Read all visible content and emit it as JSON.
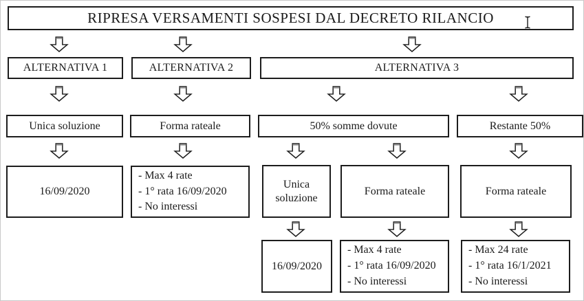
{
  "title": {
    "text": "RIPRESA VERSAMENTI SOSPESI DAL DECRETO RILANCIO"
  },
  "flow": {
    "alt1": {
      "label": "ALTERNATIVA 1",
      "mode": "Unica soluzione",
      "date": "16/09/2020"
    },
    "alt2": {
      "label": "ALTERNATIVA 2",
      "mode": "Forma rateale",
      "details": [
        "- Max 4 rate",
        "- 1° rata 16/09/2020",
        "- No interessi"
      ]
    },
    "alt3": {
      "label": "ALTERNATIVA 3",
      "half50": {
        "label": "50% somme dovute",
        "unica": {
          "mode": "Unica soluzione",
          "date": "16/09/2020"
        },
        "rateale": {
          "mode": "Forma rateale",
          "details": [
            "- Max 4 rate",
            "- 1° rata 16/09/2020",
            "- No interessi"
          ]
        }
      },
      "rest50": {
        "label": "Restante 50%",
        "mode": "Forma rateale",
        "details": [
          "- Max 24 rate",
          "- 1° rata 16/1/2021",
          "- No interessi"
        ]
      }
    }
  },
  "icons": {
    "connector": "hollow-down-arrow",
    "pointer": "i-beam-text-cursor"
  },
  "colors": {
    "box_border": "#1c1c1c",
    "text": "#1a1a1a",
    "page_border": "#c9c9c9",
    "arrow_shade": "#9a9a9a"
  }
}
